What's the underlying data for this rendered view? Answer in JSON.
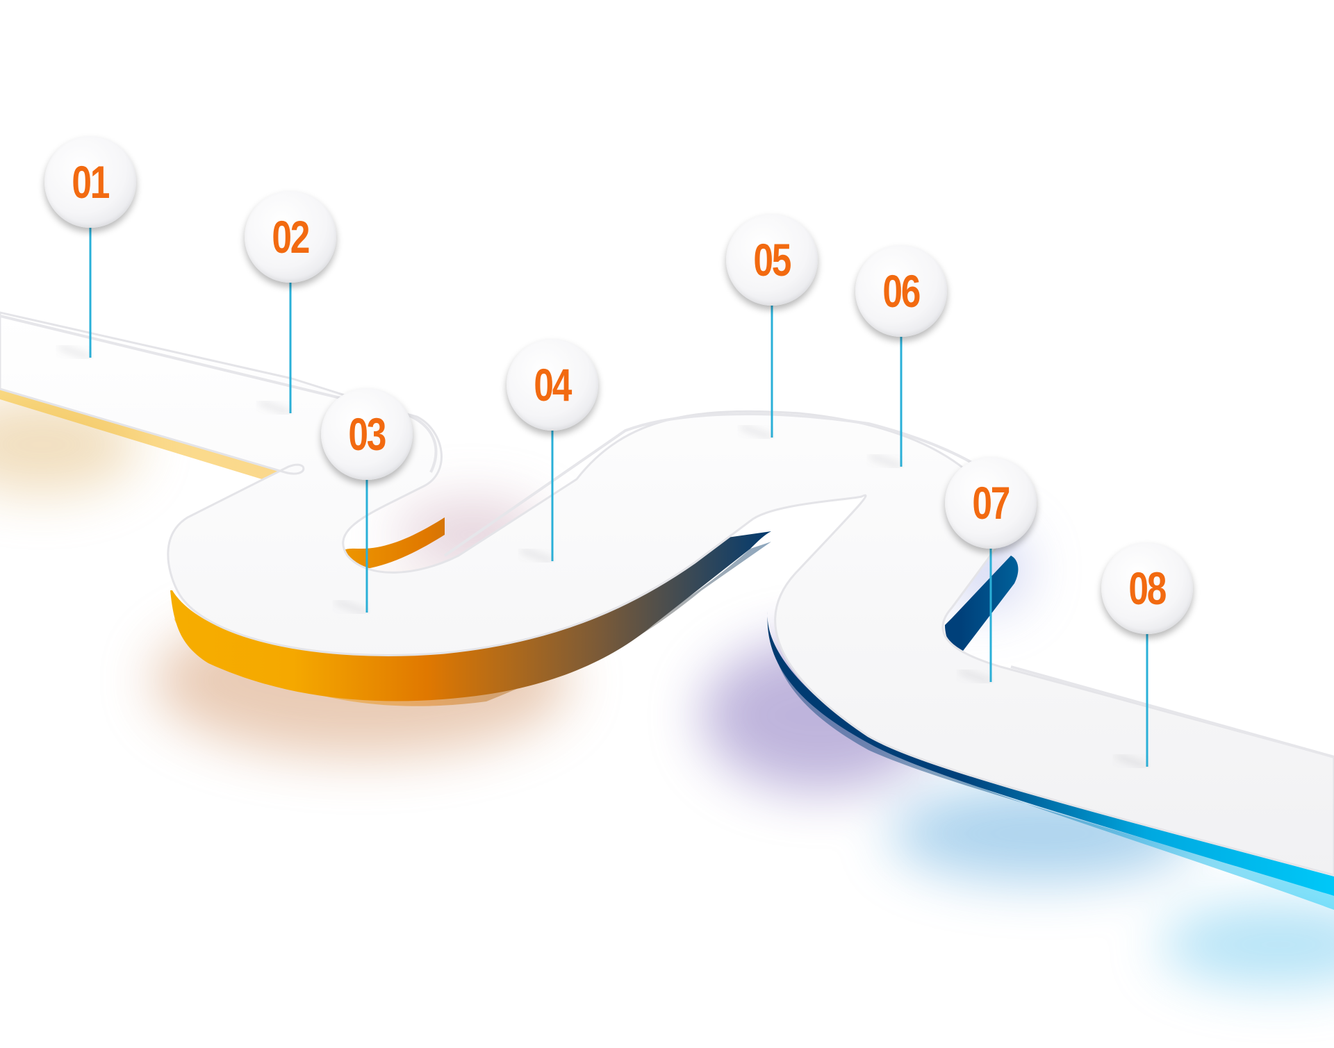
{
  "colors": {
    "number": "#f26a10",
    "pin": "#2ab0d8",
    "edge_orange_light": "#f7b500",
    "edge_orange_dark": "#e07800",
    "edge_navy": "#003a70",
    "edge_blue": "#00c4f4"
  },
  "steps": [
    {
      "label": "01"
    },
    {
      "label": "02"
    },
    {
      "label": "03"
    },
    {
      "label": "04"
    },
    {
      "label": "05"
    },
    {
      "label": "06"
    },
    {
      "label": "07"
    },
    {
      "label": "08"
    }
  ]
}
